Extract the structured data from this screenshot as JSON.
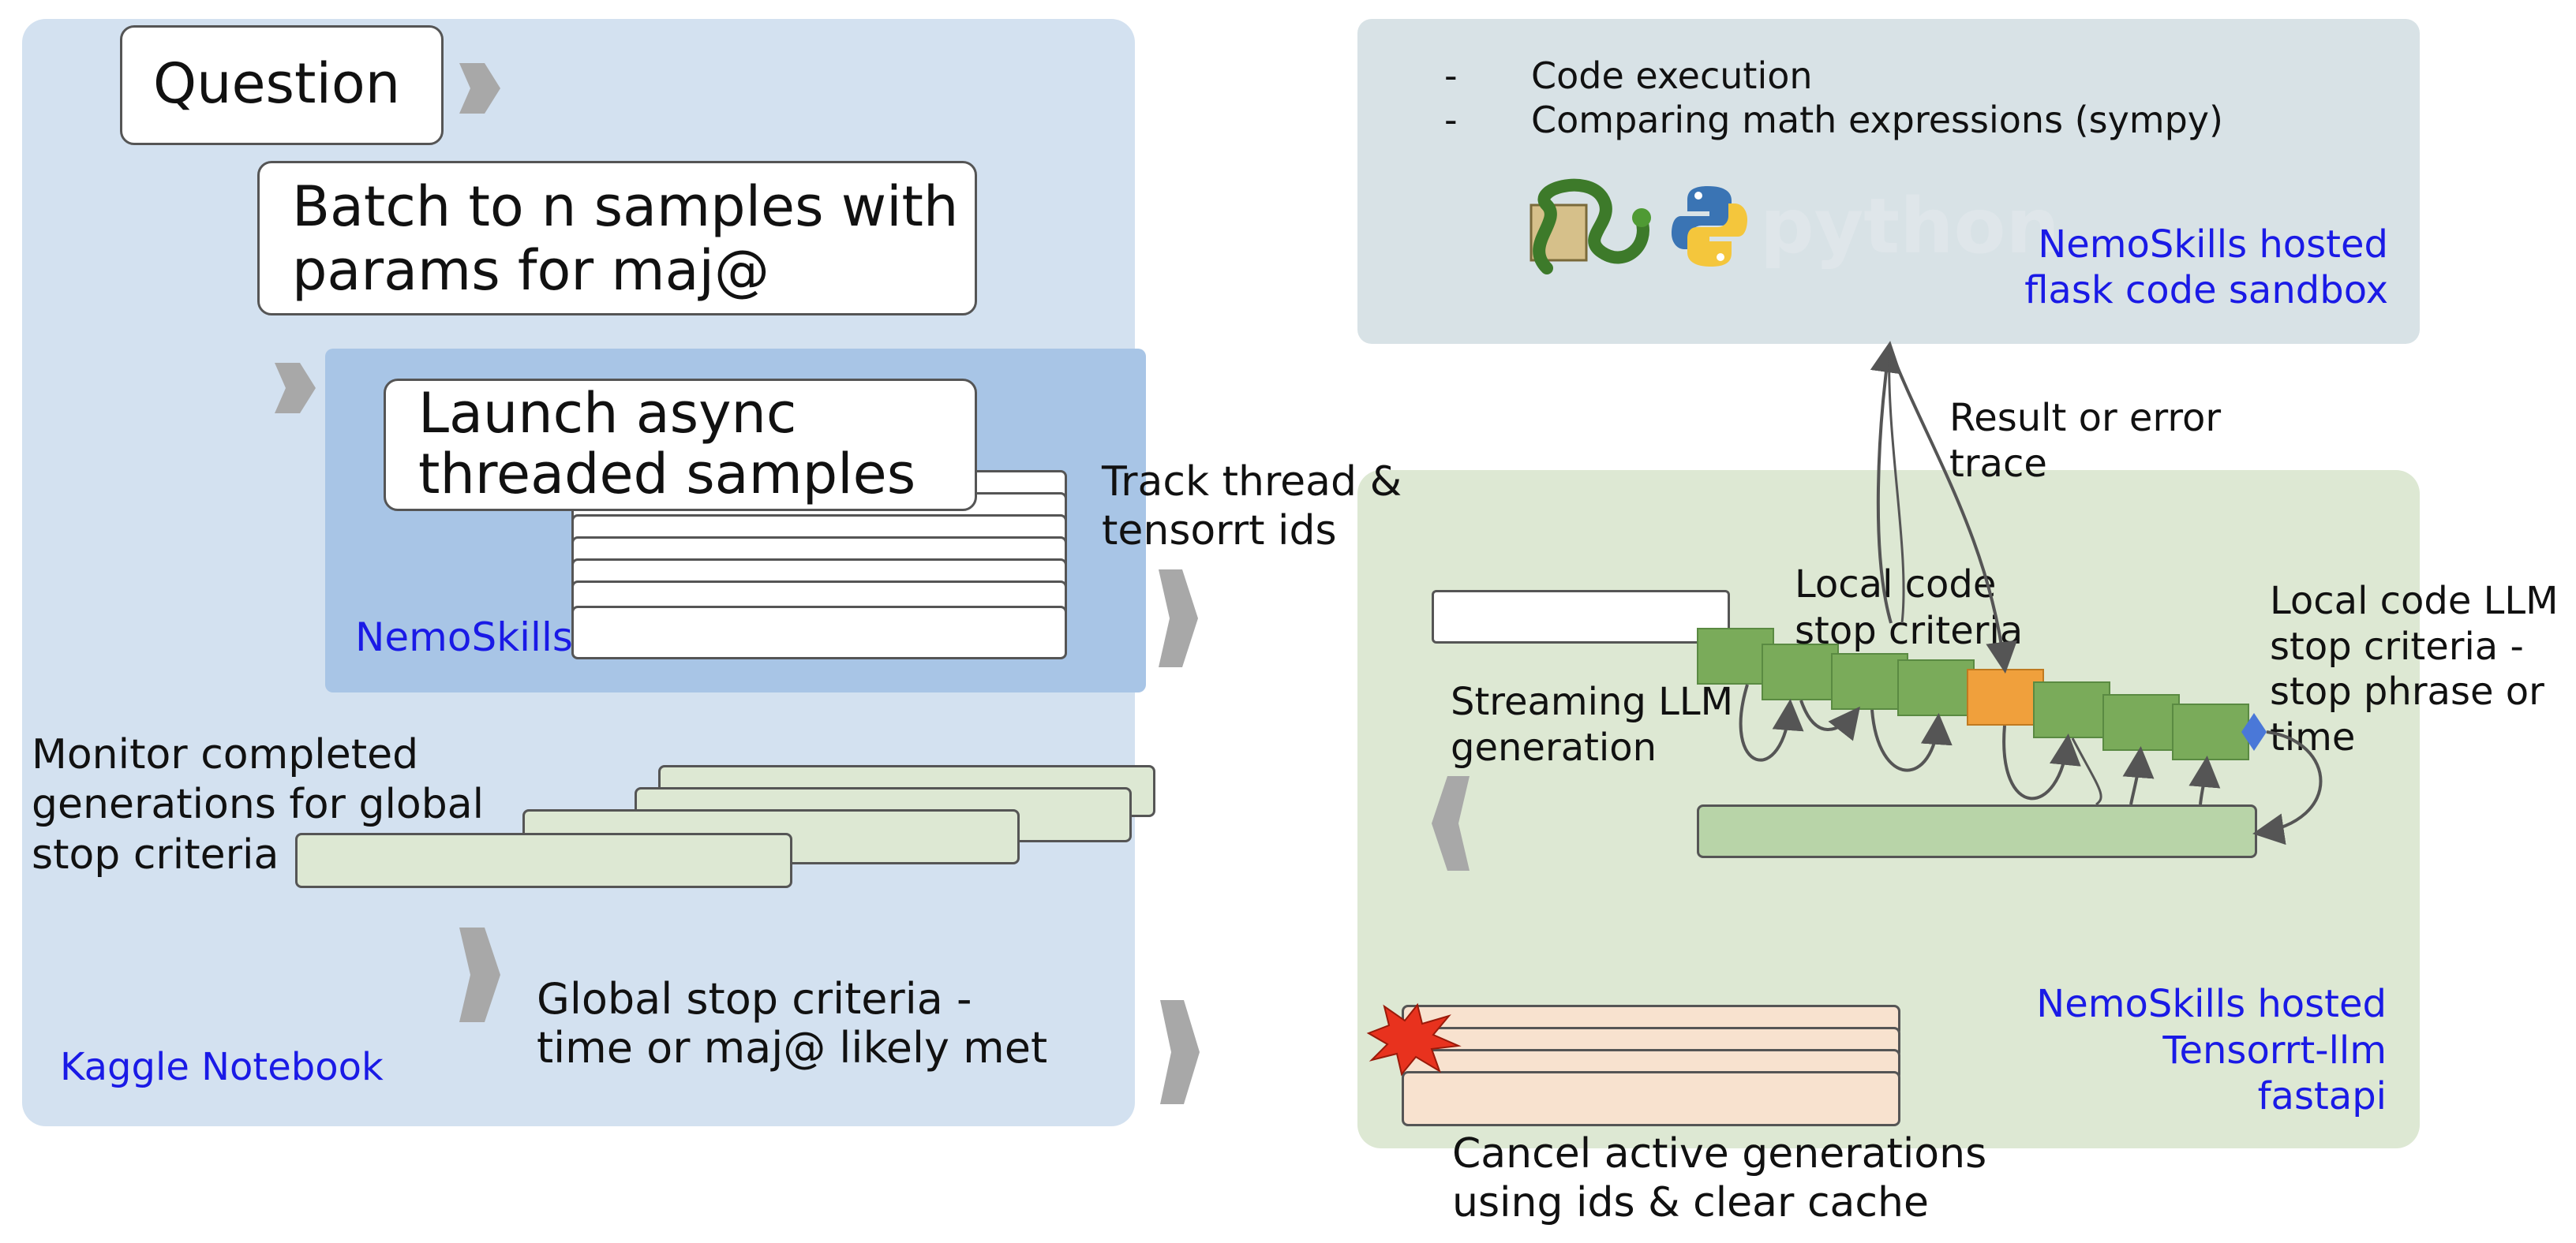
{
  "left": {
    "question": "Question",
    "batch": "Batch to n samples with\nparams for maj@",
    "launch": "Launch async\nthreaded samples",
    "nemoskills_label": "NemoSkills",
    "monitor": "Monitor completed\ngenerations for global\nstop criteria",
    "global_stop": "Global stop criteria -\ntime or maj@ likely met",
    "kaggle_label": "Kaggle Notebook"
  },
  "middle": {
    "track": "Track thread &\ntensorrt ids"
  },
  "sandbox": {
    "bullet1": "Code execution",
    "bullet2": "Comparing math expressions (sympy)",
    "python_word": "python",
    "label": "NemoSkills hosted\nflask code sandbox",
    "result": "Result or error\ntrace"
  },
  "server": {
    "local_code": "Local code\nstop criteria",
    "streaming": "Streaming LLM\ngeneration",
    "llm_stop": "Local code LLM\nstop criteria -\nstop phrase or\ntime",
    "label": "NemoSkills hosted\nTensorrt-llm\nfastapi",
    "cancel": "Cancel active generations\nusing ids & clear cache"
  },
  "colors": {
    "left_panel": "#d3e1f0",
    "nemo_panel": "#a8c5e6",
    "sandbox_panel": "#d8e2e6",
    "server_panel": "#dde8d3",
    "token_green": "#7aab5a",
    "token_orange": "#f0a03c",
    "token_blue": "#4a78d8",
    "label_blue": "#1a1ae6",
    "burst_red": "#e8321e"
  }
}
